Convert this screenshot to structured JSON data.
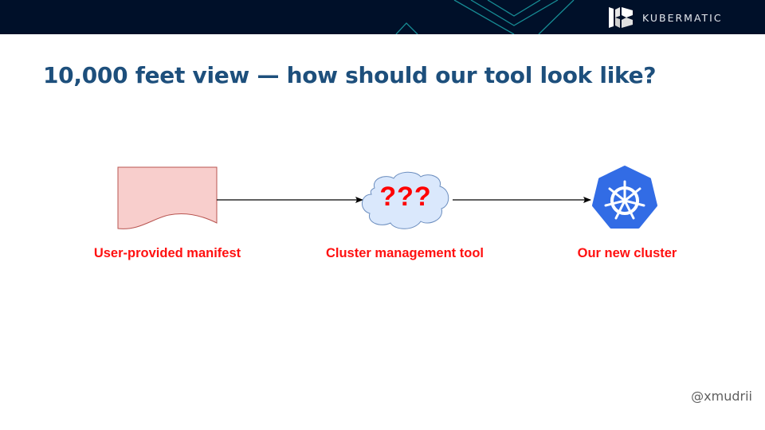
{
  "header": {
    "brand_name": "KUBERMATIC",
    "background_color": "#001029",
    "accent_line_color": "#1a9aa0"
  },
  "slide": {
    "title": "10,000 feet view — how should our tool look like?",
    "title_color": "#1d4f7c",
    "author_handle": "@xmudrii"
  },
  "diagram": {
    "nodes": [
      {
        "id": "manifest",
        "shape": "document",
        "label": "User-provided manifest",
        "fill": "#f8cecc",
        "stroke": "#b85450"
      },
      {
        "id": "tool",
        "shape": "cloud",
        "label": "Cluster management tool",
        "inner_text": "???",
        "fill": "#dae8fc",
        "stroke": "#6c8ebf"
      },
      {
        "id": "cluster",
        "shape": "kubernetes-logo",
        "label": "Our new cluster",
        "fill": "#326ce5"
      }
    ],
    "edges": [
      {
        "from": "manifest",
        "to": "tool"
      },
      {
        "from": "tool",
        "to": "cluster"
      }
    ],
    "label_color": "#ff0000"
  }
}
